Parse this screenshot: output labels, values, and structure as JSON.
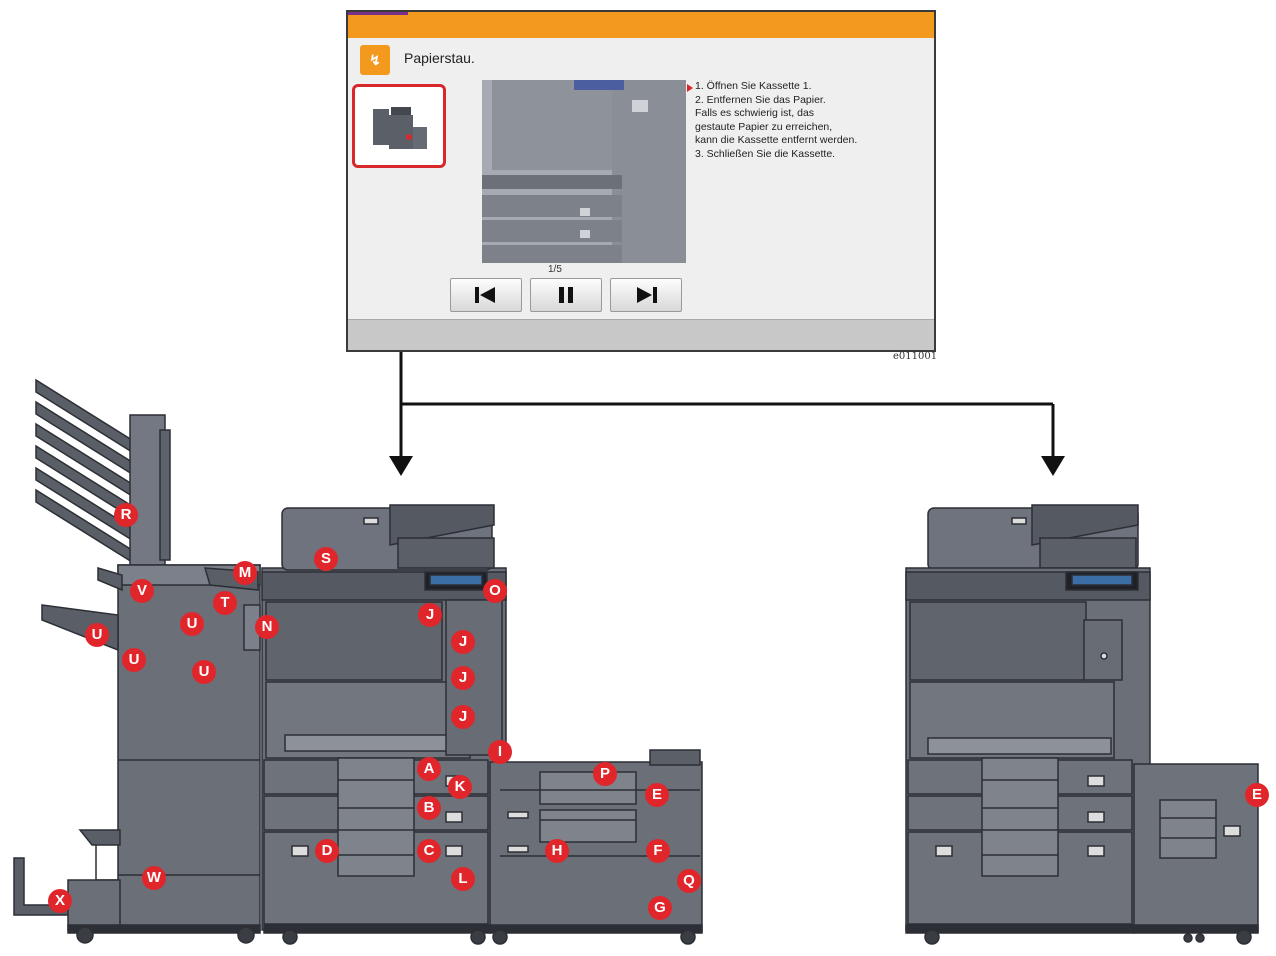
{
  "panel": {
    "alert_icon": "jam-icon",
    "alert_title": "Papierstau.",
    "steps": [
      "1. Öffnen Sie Kassette 1.",
      "2. Entfernen Sie das Papier.",
      "Falls es schwierig ist, das",
      "gestaute Papier zu erreichen,",
      "kann die Kassette entfernt werden.",
      "3. Schließen Sie die Kassette."
    ],
    "page_indicator": "1/5",
    "buttons": [
      "previous-icon",
      "pause-icon",
      "next-icon"
    ],
    "image_code": "e011001"
  },
  "colors": {
    "accent": "#f39a1e",
    "marker": "#e0262b",
    "frame": "#d8282c"
  },
  "labels": [
    "R",
    "S",
    "M",
    "V",
    "T",
    "O",
    "U",
    "U",
    "N",
    "J",
    "J",
    "U",
    "U",
    "J",
    "J",
    "I",
    "A",
    "P",
    "K",
    "E",
    "B",
    "D",
    "C",
    "H",
    "F",
    "Q",
    "L",
    "W",
    "X",
    "G",
    "E"
  ]
}
